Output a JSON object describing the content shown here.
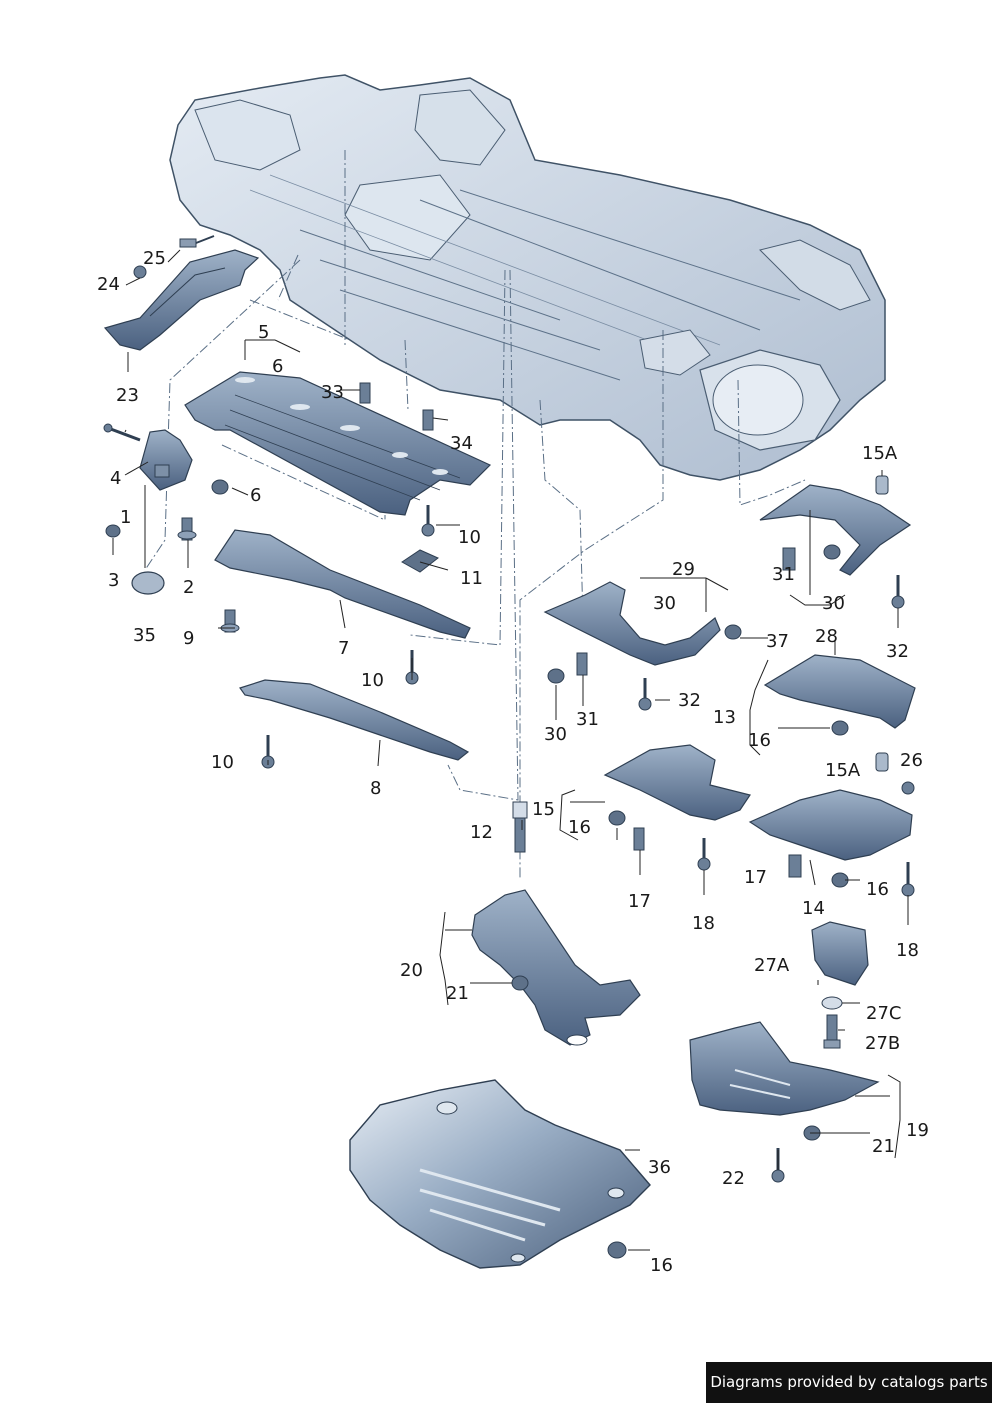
{
  "callouts": [
    {
      "id": "c1",
      "text": "1"
    },
    {
      "id": "c2",
      "text": "2"
    },
    {
      "id": "c3",
      "text": "3"
    },
    {
      "id": "c4",
      "text": "4"
    },
    {
      "id": "c5",
      "text": "5"
    },
    {
      "id": "c6a",
      "text": "6"
    },
    {
      "id": "c6b",
      "text": "6"
    },
    {
      "id": "c7",
      "text": "7"
    },
    {
      "id": "c8",
      "text": "8"
    },
    {
      "id": "c9",
      "text": "9"
    },
    {
      "id": "c10a",
      "text": "10"
    },
    {
      "id": "c10b",
      "text": "10"
    },
    {
      "id": "c10c",
      "text": "10"
    },
    {
      "id": "c11",
      "text": "11"
    },
    {
      "id": "c12",
      "text": "12"
    },
    {
      "id": "c13",
      "text": "13"
    },
    {
      "id": "c14",
      "text": "14"
    },
    {
      "id": "c15",
      "text": "15"
    },
    {
      "id": "c15Aa",
      "text": "15A"
    },
    {
      "id": "c15Ab",
      "text": "15A"
    },
    {
      "id": "c16a",
      "text": "16"
    },
    {
      "id": "c16b",
      "text": "16"
    },
    {
      "id": "c16c",
      "text": "16"
    },
    {
      "id": "c16d",
      "text": "16"
    },
    {
      "id": "c17a",
      "text": "17"
    },
    {
      "id": "c17b",
      "text": "17"
    },
    {
      "id": "c18a",
      "text": "18"
    },
    {
      "id": "c18b",
      "text": "18"
    },
    {
      "id": "c19",
      "text": "19"
    },
    {
      "id": "c20",
      "text": "20"
    },
    {
      "id": "c21a",
      "text": "21"
    },
    {
      "id": "c21b",
      "text": "21"
    },
    {
      "id": "c22",
      "text": "22"
    },
    {
      "id": "c23",
      "text": "23"
    },
    {
      "id": "c24",
      "text": "24"
    },
    {
      "id": "c25",
      "text": "25"
    },
    {
      "id": "c26",
      "text": "26"
    },
    {
      "id": "c27A",
      "text": "27A"
    },
    {
      "id": "c27B",
      "text": "27B"
    },
    {
      "id": "c27C",
      "text": "27C"
    },
    {
      "id": "c28",
      "text": "28"
    },
    {
      "id": "c29",
      "text": "29"
    },
    {
      "id": "c30a",
      "text": "30"
    },
    {
      "id": "c30b",
      "text": "30"
    },
    {
      "id": "c30c",
      "text": "30"
    },
    {
      "id": "c31a",
      "text": "31"
    },
    {
      "id": "c31b",
      "text": "31"
    },
    {
      "id": "c32a",
      "text": "32"
    },
    {
      "id": "c32b",
      "text": "32"
    },
    {
      "id": "c33",
      "text": "33"
    },
    {
      "id": "c34",
      "text": "34"
    },
    {
      "id": "c35",
      "text": "35"
    },
    {
      "id": "c36",
      "text": "36"
    },
    {
      "id": "c37",
      "text": "37"
    }
  ],
  "credit": "Diagrams provided by catalogs parts",
  "colors": {
    "body": "#c7d3e2",
    "body_outline": "#3f5266",
    "panel_fill": "#536a86",
    "panel_light": "#8da2bb",
    "leader": "#5a6f86",
    "text": "#1a1a1a"
  }
}
